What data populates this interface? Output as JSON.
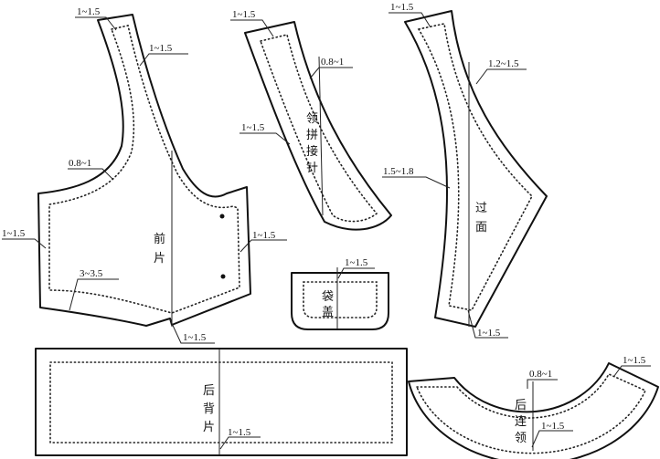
{
  "pieces": {
    "front": {
      "name": [
        "前",
        "片"
      ]
    },
    "collar_facing": {
      "name": [
        "领",
        "拼",
        "接",
        "针"
      ]
    },
    "facing": {
      "name": [
        "过",
        "面"
      ]
    },
    "pocket_flap": {
      "name": [
        "袋",
        "盖"
      ]
    },
    "back": {
      "name": [
        "后",
        "背",
        "片"
      ]
    },
    "back_collar": {
      "name": [
        "后",
        "连",
        "领"
      ]
    }
  },
  "seam_allowances": {
    "front_top": "1~1.5",
    "front_shoulder": "1~1.5",
    "front_armhole": "0.8~1",
    "front_side": "1~1.5",
    "front_right": "1~1.5",
    "front_hem": "3~3.5",
    "front_bottom": "1~1.5",
    "collar_top": "1~1.5",
    "collar_edge": "0.8~1",
    "collar_side": "1~1.5",
    "facing_top": "1~1.5",
    "facing_right": "1.2~1.5",
    "facing_left": "1.5~1.8",
    "facing_bottom": "1~1.5",
    "flap_top": "1~1.5",
    "back_bottom": "1~1.5",
    "back_collar_top": "0.8~1",
    "back_collar_right": "1~1.5",
    "back_collar_bottom": "1~1.5"
  }
}
